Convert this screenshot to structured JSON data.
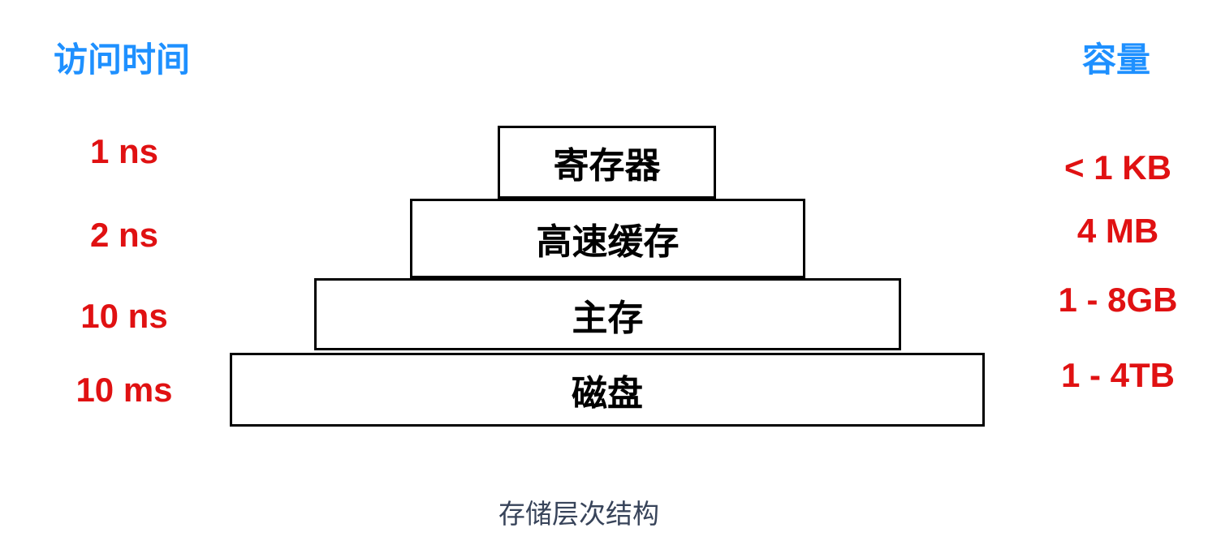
{
  "diagram": {
    "title": "存储层次结构",
    "left_header": "访问时间",
    "right_header": "容量",
    "levels": [
      {
        "name": "寄存器",
        "access_time": "1 ns",
        "capacity": "< 1 KB"
      },
      {
        "name": "高速缓存",
        "access_time": "2 ns",
        "capacity": "4 MB"
      },
      {
        "name": "主存",
        "access_time": "10 ns",
        "capacity": "1 - 8GB"
      },
      {
        "name": "磁盘",
        "access_time": "10 ms",
        "capacity": "1 - 4TB"
      }
    ],
    "colors": {
      "header_blue": "#1E90FF",
      "value_red": "#E01112",
      "box_border": "#000000",
      "box_fill": "#FFFFFF",
      "title_gray": "#38445A"
    }
  }
}
